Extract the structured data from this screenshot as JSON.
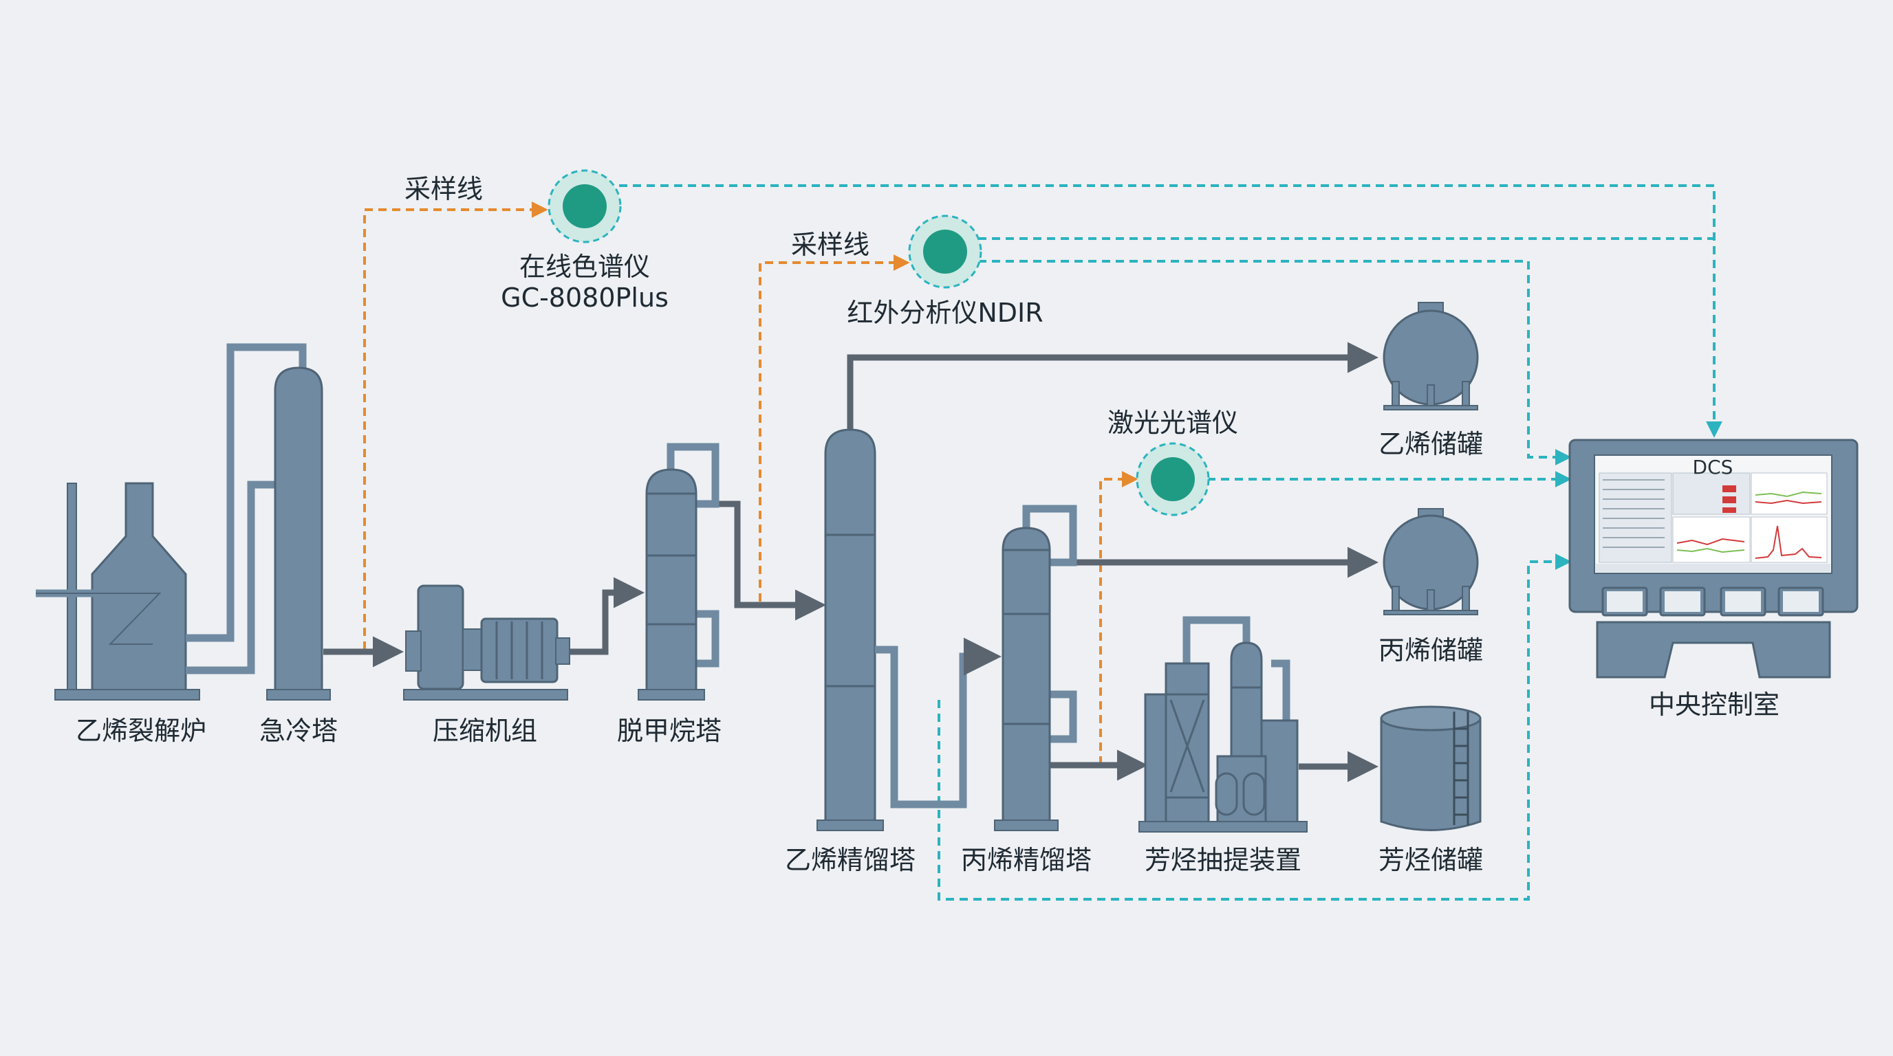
{
  "colors": {
    "background": "#eef0f3",
    "equipment": "#6f8aa1",
    "equipment_stroke": "#4f6476",
    "process_line": "#5a6570",
    "sampling_line": "#e58a2e",
    "signal_line": "#2bb3bf",
    "analyzer_core": "#1f9b84",
    "analyzer_halo": "#cfe9e4"
  },
  "labels": {
    "cracking_furnace": "乙烯裂解炉",
    "quench_tower": "急冷塔",
    "compressor": "压缩机组",
    "demethanizer": "脱甲烷塔",
    "ethylene_column": "乙烯精馏塔",
    "propylene_column": "丙烯精馏塔",
    "aromatics_extraction": "芳烃抽提装置",
    "ethylene_tank": "乙烯储罐",
    "propylene_tank": "丙烯储罐",
    "aromatics_tank": "芳烃储罐",
    "control_room": "中央控制室"
  },
  "analyzers": [
    {
      "id": "gc",
      "name_line1": "在线色谱仪",
      "name_line2": "GC-8080Plus",
      "sampling_label": "采样线"
    },
    {
      "id": "ndir",
      "name_line1": "红外分析仪NDIR",
      "sampling_label": "采样线"
    },
    {
      "id": "laser",
      "name_line1": "激光光谱仪"
    }
  ],
  "dcs": {
    "screen_title": "DCS"
  }
}
